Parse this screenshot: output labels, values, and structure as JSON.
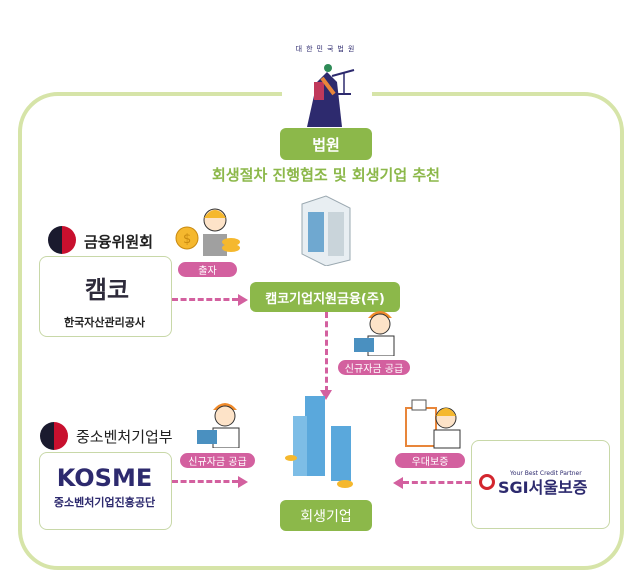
{
  "court": {
    "emblem_text": "대한민국법원",
    "label": "법원",
    "subtitle": "회생절차 진행협조 및 회생기업 추천"
  },
  "kamco_fund": {
    "label": "캠코기업지원금융(주)"
  },
  "fsc": {
    "ministry": "금융위원회",
    "logo_text": "캠코",
    "org_name": "한국자산관리공사",
    "action": "출자"
  },
  "fund_supply": {
    "action": "신규자금 공급"
  },
  "mss": {
    "ministry": "중소벤처기업부",
    "logo_text": "KOSME",
    "org_name": "중소벤처기업진흥공단",
    "action": "신규자금 공급"
  },
  "sgi": {
    "tagline": "Your Best Credit Partner",
    "logo_text": "SGI서울보증",
    "action": "우대보증"
  },
  "target": {
    "label": "회생기업"
  },
  "colors": {
    "green": "#8cb84a",
    "pink": "#d3609f",
    "frame": "#d6e4a8",
    "navy": "#2d2a6e"
  }
}
